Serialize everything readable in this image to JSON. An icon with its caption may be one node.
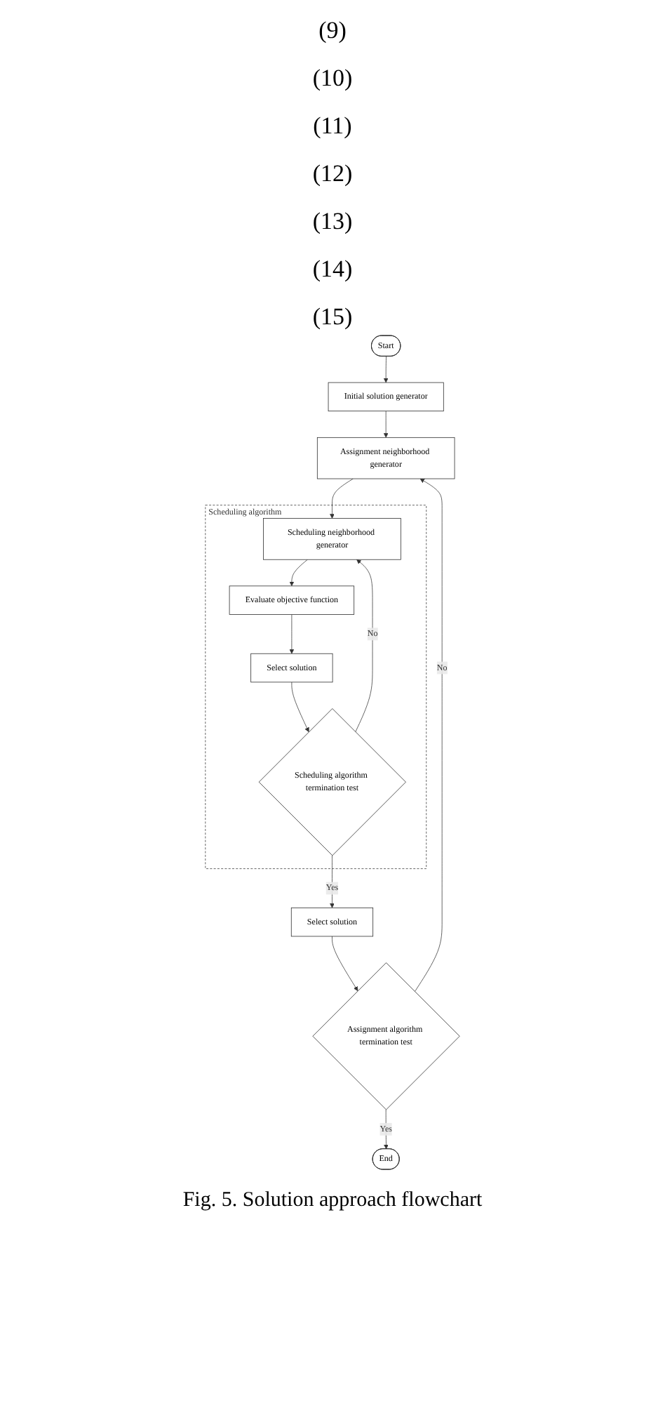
{
  "diagram": {
    "caption": "Fig. 5. Solution approach flowchart",
    "nodes": [
      {
        "text": [
          "Start"
        ]
      },
      {
        "text": [
          "Initial solution generator"
        ]
      },
      {
        "text": [
          "Assignment neighborhood generator"
        ]
      },
      {
        "text": [
          "Scheduling algorithm"
        ]
      },
      {
        "text": [
          "Scheduling neighborhood generator"
        ],
        "in": 3
      },
      {
        "text": [
          "Evaluate objective function"
        ],
        "in": 3
      },
      {
        "text": [
          "Select solution"
        ],
        "in": 3
      },
      {
        "text": [
          "Scheduling algorithm termination test"
        ],
        "in": 3
      },
      {
        "text": [
          "Select solution"
        ]
      },
      {
        "text": [
          "Assignment algorithm termination test"
        ]
      },
      {
        "text": [
          "End"
        ]
      }
    ],
    "edges": [
      {
        "from": 0,
        "to": 1,
        "arrow": "to"
      },
      {
        "from": 1,
        "to": 2,
        "arrow": "to"
      },
      {
        "from": 2,
        "to": 4,
        "arrow": "to"
      },
      {
        "from": 4,
        "to": 5,
        "arrow": "to"
      },
      {
        "from": 5,
        "to": 6,
        "arrow": "to"
      },
      {
        "from": 6,
        "to": 7,
        "arrow": "to"
      },
      {
        "from": 7,
        "to": 4,
        "arrow": "to",
        "label": "No"
      },
      {
        "from": 7,
        "to": 8,
        "arrow": "to",
        "label": "Yes"
      },
      {
        "from": 8,
        "to": 9,
        "arrow": "to"
      },
      {
        "from": 9,
        "to": 2,
        "arrow": "to",
        "label": "No"
      },
      {
        "from": 9,
        "to": 10,
        "arrow": "to",
        "label": "Yes"
      }
    ],
    "labels": [
      "(9)",
      "(10)",
      "(11)",
      "(12)",
      "(13)",
      "(14)",
      "(15)"
    ]
  }
}
